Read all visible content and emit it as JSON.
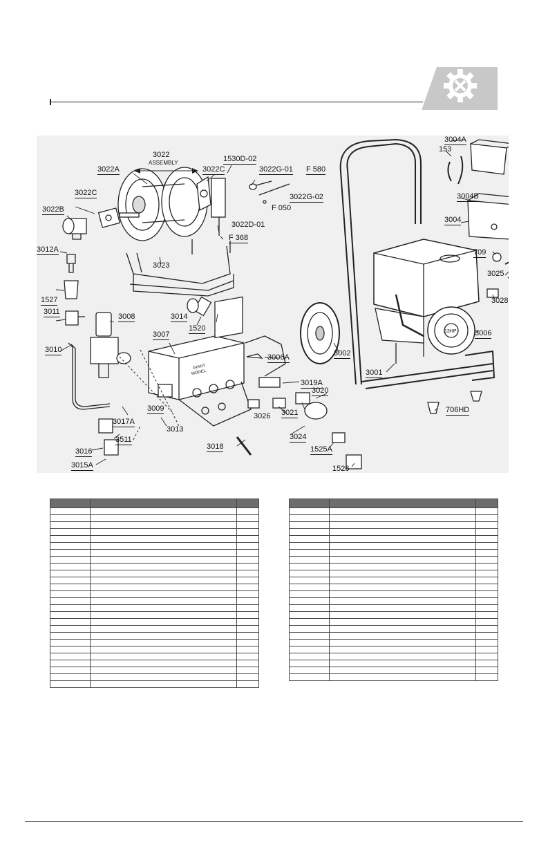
{
  "callouts": [
    {
      "id": "3022",
      "label": "3022"
    },
    {
      "id": "assembly",
      "label": "ASSEMBLY"
    },
    {
      "id": "1530D-02",
      "label": "1530D-02"
    },
    {
      "id": "3022A",
      "label": "3022A"
    },
    {
      "id": "3022C-r",
      "label": "3022C"
    },
    {
      "id": "3022G-01",
      "label": "3022G-01"
    },
    {
      "id": "F580",
      "label": "F 580"
    },
    {
      "id": "3022C-l",
      "label": "3022C"
    },
    {
      "id": "3022G-02",
      "label": "3022G-02"
    },
    {
      "id": "F050",
      "label": "F 050"
    },
    {
      "id": "3022B",
      "label": "3022B"
    },
    {
      "id": "3022D-01",
      "label": "3022D-01"
    },
    {
      "id": "F368",
      "label": "F 368"
    },
    {
      "id": "3023",
      "label": "3023"
    },
    {
      "id": "3012A",
      "label": "3012A"
    },
    {
      "id": "1527",
      "label": "1527"
    },
    {
      "id": "3008",
      "label": "3008"
    },
    {
      "id": "3014",
      "label": "3014"
    },
    {
      "id": "1520",
      "label": "1520"
    },
    {
      "id": "3011",
      "label": "3011"
    },
    {
      "id": "3007",
      "label": "3007"
    },
    {
      "id": "3010",
      "label": "3010"
    },
    {
      "id": "3006A",
      "label": "3006A"
    },
    {
      "id": "3019A",
      "label": "3019A"
    },
    {
      "id": "3020",
      "label": "3020"
    },
    {
      "id": "3009",
      "label": "3009"
    },
    {
      "id": "3017A",
      "label": "3017A"
    },
    {
      "id": "3026",
      "label": "3026"
    },
    {
      "id": "3021",
      "label": "3021"
    },
    {
      "id": "3013",
      "label": "3013"
    },
    {
      "id": "3511",
      "label": "3511"
    },
    {
      "id": "3024",
      "label": "3024"
    },
    {
      "id": "3018",
      "label": "3018"
    },
    {
      "id": "3016",
      "label": "3016"
    },
    {
      "id": "1525A",
      "label": "1525A"
    },
    {
      "id": "3015A",
      "label": "3015A"
    },
    {
      "id": "1526",
      "label": "1526"
    },
    {
      "id": "3004A",
      "label": "3004A"
    },
    {
      "id": "153",
      "label": "153"
    },
    {
      "id": "3004B",
      "label": "3004B"
    },
    {
      "id": "3004",
      "label": "3004"
    },
    {
      "id": "709",
      "label": "709"
    },
    {
      "id": "3025",
      "label": "3025"
    },
    {
      "id": "3028",
      "label": "3028"
    },
    {
      "id": "3006",
      "label": "3006"
    },
    {
      "id": "3002",
      "label": "3002"
    },
    {
      "id": "3001",
      "label": "3001"
    },
    {
      "id": "706HD",
      "label": "706HD"
    }
  ],
  "pump_label": {
    "line1": "GIANT",
    "line2": "MODEL"
  },
  "engine_label": "13HP",
  "tables": {
    "left": {
      "header_rows": 1,
      "body_rows": 26
    },
    "right": {
      "header_rows": 1,
      "body_rows": 25
    }
  },
  "colors": {
    "header_fill": "#6d6d6d",
    "diagram_bg": "#f0f0f0",
    "badge_fill": "#c8c8c8"
  },
  "icons": [
    "gear-wrench-icon"
  ]
}
